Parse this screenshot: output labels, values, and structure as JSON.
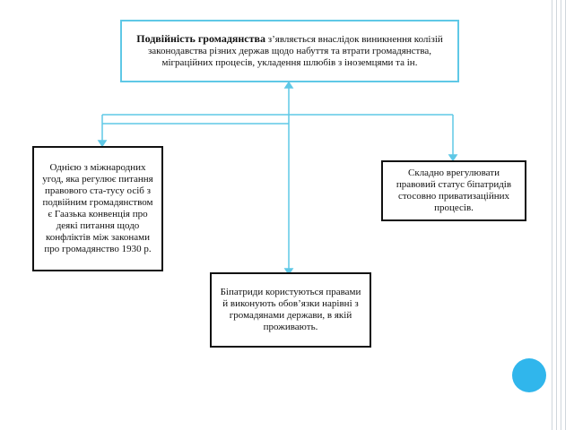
{
  "diagram": {
    "top": {
      "lead": "Подвійність громадянства",
      "text": " з’являється внаслідок виникнення колізій законодавства різних держав щодо набуття та втрати громадянства, міграційних процесів, укладення шлюбів з іноземцями та ін."
    },
    "left": "Однією з міжнародних угод, яка регулює питання правового ста-тусу осіб з подвійним громадянством є Гаазька конвенція про деякі питання щодо конфліктів між законами про громадянство 1930 р.",
    "right": "Складно врегулювати правовий статус біпатридів стосовно приватизаційних процесів.",
    "bottom": "Біпатриди користуються правами й виконують обов’язки нарівні з громадянами держави, в якій проживають."
  },
  "colors": {
    "connector": "#5fc8e6",
    "top_border": "#5fc8e6",
    "box_border": "#111111",
    "accent_circle": "#30b6ec",
    "rail": "#cfd6dc"
  }
}
